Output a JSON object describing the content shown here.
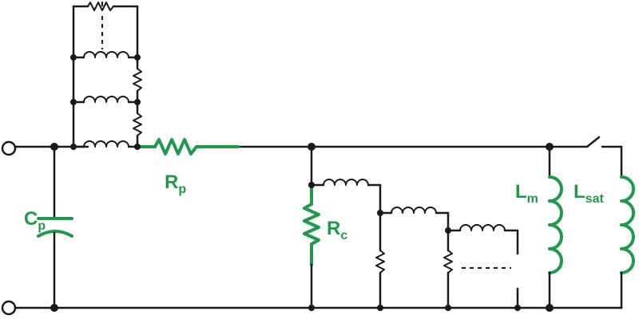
{
  "colors": {
    "wire": "#1a1a1a",
    "accent": "#1f9a4a",
    "background": "#ffffff"
  },
  "labels": {
    "cp": {
      "main": "C",
      "sub": "p"
    },
    "rp": {
      "main": "R",
      "sub": "p"
    },
    "rc": {
      "main": "R",
      "sub": "c"
    },
    "lm": {
      "main": "L",
      "sub": "m"
    },
    "lsat": {
      "main": "L",
      "sub": "sat"
    }
  }
}
